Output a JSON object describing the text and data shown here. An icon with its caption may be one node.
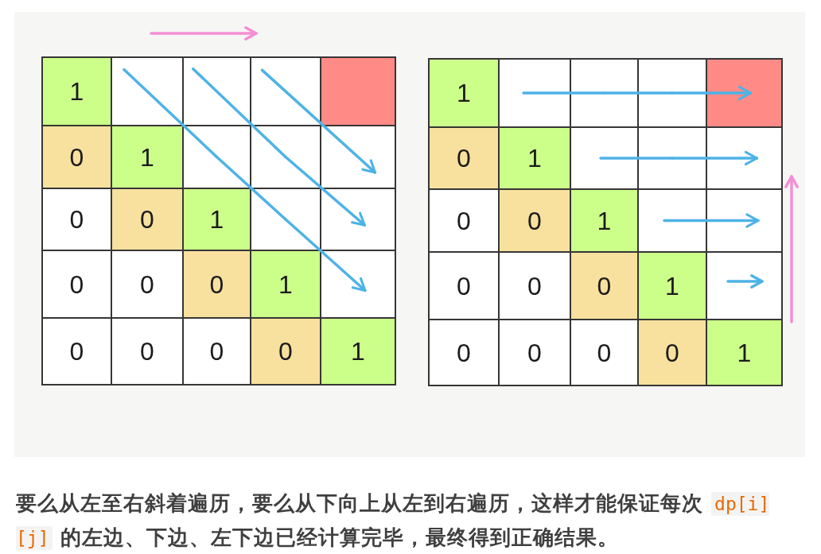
{
  "diagram": {
    "caption": "要么从左至右斜着遍历，要么从下向上从左到右遍历，这样才能保证每次 dp[i][j] 的左边、下边、左下边已经计算完毕，最终得到正确结果。",
    "nodes": [
      {
        "text": [
          "1"
        ]
      },
      {
        "text": [],
        "shape": "box"
      },
      {
        "text": [],
        "shape": "box"
      },
      {
        "text": [],
        "shape": "box"
      },
      {
        "text": [],
        "shape": "box"
      },
      {
        "text": [
          "0"
        ]
      },
      {
        "text": [
          "1"
        ]
      },
      {
        "text": [],
        "shape": "box"
      },
      {
        "text": [],
        "shape": "box"
      },
      {
        "text": [],
        "shape": "box"
      },
      {
        "text": [
          "0"
        ]
      },
      {
        "text": [
          "0"
        ]
      },
      {
        "text": [
          "1"
        ]
      },
      {
        "text": [],
        "shape": "box"
      },
      {
        "text": [],
        "shape": "box"
      },
      {
        "text": [
          "0"
        ]
      },
      {
        "text": [
          "0"
        ]
      },
      {
        "text": [
          "0"
        ]
      },
      {
        "text": [
          "1"
        ]
      },
      {
        "text": [],
        "shape": "box"
      },
      {
        "text": [
          "0"
        ]
      },
      {
        "text": [
          "0"
        ]
      },
      {
        "text": [
          "0"
        ]
      },
      {
        "text": [
          "0"
        ]
      },
      {
        "text": [
          "1"
        ]
      },
      {
        "text": [
          "1"
        ]
      },
      {
        "text": [],
        "shape": "box"
      },
      {
        "text": [],
        "shape": "box"
      },
      {
        "text": [],
        "shape": "box"
      },
      {
        "text": [],
        "shape": "box"
      },
      {
        "text": [
          "0"
        ]
      },
      {
        "text": [
          "1"
        ]
      },
      {
        "text": [],
        "shape": "box"
      },
      {
        "text": [],
        "shape": "box"
      },
      {
        "text": [],
        "shape": "box"
      },
      {
        "text": [
          "0"
        ]
      },
      {
        "text": [
          "0"
        ]
      },
      {
        "text": [
          "1"
        ]
      },
      {
        "text": [],
        "shape": "box"
      },
      {
        "text": [],
        "shape": "box"
      },
      {
        "text": [
          "0"
        ]
      },
      {
        "text": [
          "0"
        ]
      },
      {
        "text": [
          "0"
        ]
      },
      {
        "text": [
          "1"
        ]
      },
      {
        "text": [],
        "shape": "box"
      },
      {
        "text": [
          "0"
        ]
      },
      {
        "text": [
          "0"
        ]
      },
      {
        "text": [
          "0"
        ]
      },
      {
        "text": [
          "0"
        ]
      },
      {
        "text": [
          "1"
        ]
      }
    ],
    "edges": [
      {
        "from": 1,
        "to": 7,
        "arrow": "none"
      },
      {
        "from": 7,
        "to": 13,
        "arrow": "none"
      },
      {
        "from": 13,
        "to": 19,
        "arrow": "to"
      },
      {
        "from": 2,
        "to": 8,
        "arrow": "none"
      },
      {
        "from": 8,
        "to": 14,
        "arrow": "to"
      },
      {
        "from": 3,
        "to": 9,
        "arrow": "to"
      },
      {
        "from": 26,
        "to": 27,
        "arrow": "none"
      },
      {
        "from": 27,
        "to": 28,
        "arrow": "none"
      },
      {
        "from": 28,
        "to": 29,
        "arrow": "to"
      },
      {
        "from": 32,
        "to": 33,
        "arrow": "none"
      },
      {
        "from": 33,
        "to": 34,
        "arrow": "to"
      },
      {
        "from": 38,
        "to": 39,
        "arrow": "to"
      }
    ]
  }
}
